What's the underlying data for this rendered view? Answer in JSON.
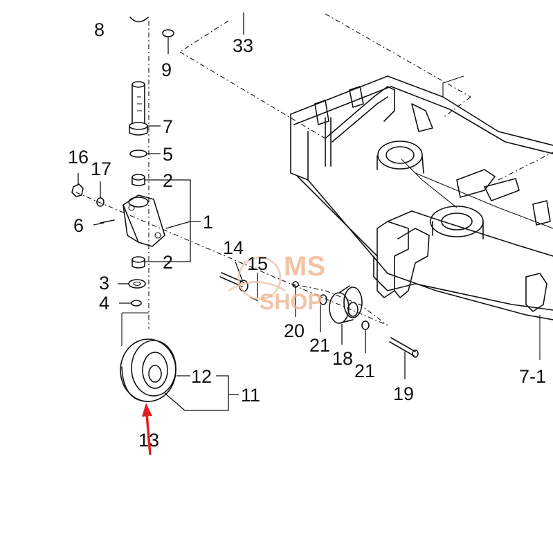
{
  "diagram": {
    "callouts": [
      {
        "id": "c8",
        "text": "8"
      },
      {
        "id": "c33",
        "text": "33"
      },
      {
        "id": "c9",
        "text": "9"
      },
      {
        "id": "c7",
        "text": "7"
      },
      {
        "id": "c5",
        "text": "5"
      },
      {
        "id": "c16",
        "text": "16"
      },
      {
        "id": "c17",
        "text": "17"
      },
      {
        "id": "c2a",
        "text": "2"
      },
      {
        "id": "c1",
        "text": "1"
      },
      {
        "id": "c6",
        "text": "6"
      },
      {
        "id": "c2b",
        "text": "2"
      },
      {
        "id": "c14",
        "text": "14"
      },
      {
        "id": "c15",
        "text": "15"
      },
      {
        "id": "c3",
        "text": "3"
      },
      {
        "id": "c4",
        "text": "4"
      },
      {
        "id": "c20",
        "text": "20"
      },
      {
        "id": "c21a",
        "text": "21"
      },
      {
        "id": "c18",
        "text": "18"
      },
      {
        "id": "c21b",
        "text": "21"
      },
      {
        "id": "c19",
        "text": "19"
      },
      {
        "id": "c12",
        "text": "12"
      },
      {
        "id": "c11",
        "text": "11"
      },
      {
        "id": "c13",
        "text": "13"
      },
      {
        "id": "c7_1",
        "text": "7-1"
      }
    ],
    "watermark": {
      "line1": "MS",
      "line2": "SHOP"
    },
    "colors": {
      "line": "#111111",
      "arrow": "#e02020",
      "watermark": "#f0b089"
    },
    "highlight_arrow": {
      "target": "13",
      "icon": "arrow-up-icon"
    }
  }
}
